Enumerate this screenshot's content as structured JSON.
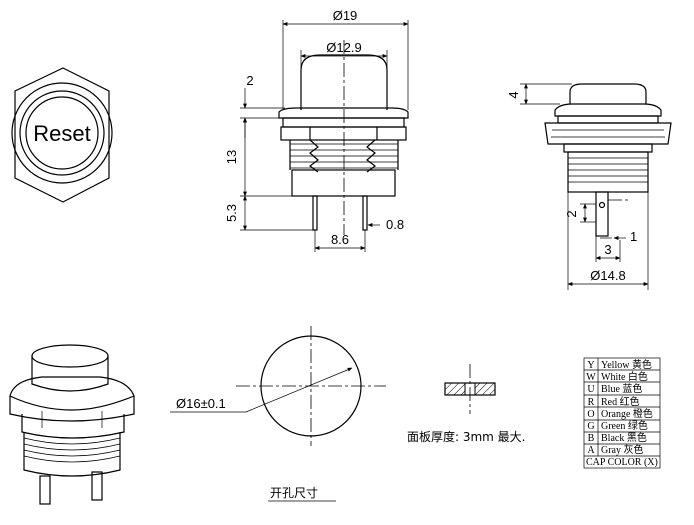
{
  "diagram": {
    "button_label": "Reset",
    "dimensions": {
      "outer_diameter": "Ø19",
      "cap_diameter": "Ø12.9",
      "flange_height": "2",
      "body_height": "13",
      "terminal_length": "5.3",
      "terminal_pitch": "8.6",
      "terminal_thickness": "0.8",
      "cap_height": "4",
      "terminal_width": "2",
      "terminal_hole": "1",
      "terminal_offset": "3",
      "thread_diameter": "Ø14.8",
      "panel_hole": "Ø16±0.1"
    },
    "panel_note": "面板厚度: 3mm 最大.",
    "hole_caption": "开孔尺寸",
    "cap_colors": {
      "title": "CAP COLOR (X)",
      "rows": [
        {
          "code": "Y",
          "name": "Yellow 黄色"
        },
        {
          "code": "W",
          "name": "White 白色"
        },
        {
          "code": "U",
          "name": "Blue  蓝色"
        },
        {
          "code": "R",
          "name": "Red  红色"
        },
        {
          "code": "O",
          "name": "Orange 橙色"
        },
        {
          "code": "G",
          "name": "Green 绿色"
        },
        {
          "code": "B",
          "name": "Black 黑色"
        },
        {
          "code": "A",
          "name": "Gray 灰色"
        }
      ]
    }
  }
}
